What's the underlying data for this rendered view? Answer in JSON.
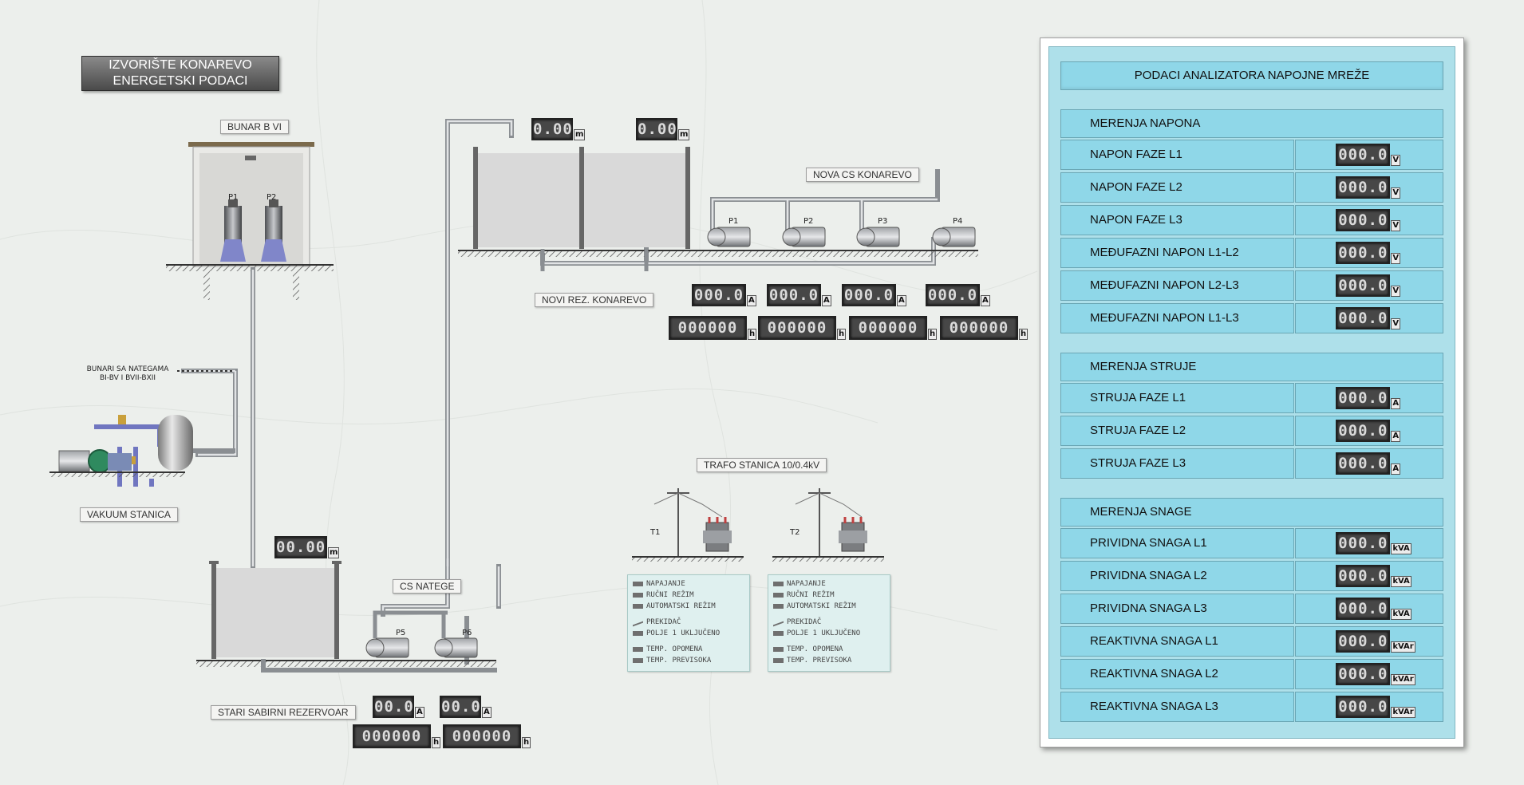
{
  "header": {
    "line1": "IZVORIŠTE KONAREVO",
    "line2": "ENERGETSKI  PODACI"
  },
  "labels": {
    "bunar": "BUNAR  B VI",
    "bunari_line1": "BUNARI SA NATEGAMA",
    "bunari_line2": "BI-BV I BVII-BXII",
    "vakuum": "VAKUUM STANICA",
    "stari": "STARI SABIRNI REZERVOAR",
    "cs_natege": "CS  NATEGE",
    "novi_rez": "NOVI  REZ. KONAREVO",
    "nova_cs": "NOVA  CS  KONAREVO",
    "trafo": "TRAFO STANICA  10/0.4kV"
  },
  "pumps": {
    "well": [
      "P1",
      "P2"
    ],
    "nova_cs": [
      "P1",
      "P2",
      "P3",
      "P4"
    ],
    "cs_natege": [
      "P5",
      "P6"
    ]
  },
  "transformers": [
    "T1",
    "T2"
  ],
  "status_legend": [
    {
      "label": "NAPAJANJE",
      "icon": "indicator"
    },
    {
      "label": "RUČNI  REŽIM",
      "icon": "indicator"
    },
    {
      "label": "AUTOMATSKI  REŽIM",
      "icon": "indicator"
    },
    {
      "label": "PREKIDAČ",
      "icon": "breaker"
    },
    {
      "label": "POLJE  1  UKLJUČENO",
      "icon": "indicator"
    },
    {
      "label": "TEMP.  OPOMENA",
      "icon": "indicator"
    },
    {
      "label": "TEMP.  PREVISOKA",
      "icon": "indicator"
    }
  ],
  "readouts": {
    "novi_rez_level_1": {
      "value": "0.00",
      "unit": "m"
    },
    "novi_rez_level_2": {
      "value": "0.00",
      "unit": "m"
    },
    "stari_level": {
      "value": "00.00",
      "unit": "m"
    },
    "nova_cs_current": [
      {
        "value": "000.0",
        "unit": "A"
      },
      {
        "value": "000.0",
        "unit": "A"
      },
      {
        "value": "000.0",
        "unit": "A"
      },
      {
        "value": "000.0",
        "unit": "A"
      }
    ],
    "nova_cs_hours": [
      {
        "value": "000000",
        "unit": "h"
      },
      {
        "value": "000000",
        "unit": "h"
      },
      {
        "value": "000000",
        "unit": "h"
      },
      {
        "value": "000000",
        "unit": "h"
      }
    ],
    "cs_natege_current": [
      {
        "value": "00.0",
        "unit": "A"
      },
      {
        "value": "00.0",
        "unit": "A"
      }
    ],
    "cs_natege_hours": [
      {
        "value": "000000",
        "unit": "h"
      },
      {
        "value": "000000",
        "unit": "h"
      }
    ]
  },
  "analyzer": {
    "title": "PODACI ANALIZATORA NAPOJNE MREŽE",
    "groups": [
      {
        "heading": "MERENJA NAPONA",
        "rows": [
          {
            "label": "NAPON FAZE  L1",
            "value": "000.0",
            "unit": "V"
          },
          {
            "label": "NAPON FAZE  L2",
            "value": "000.0",
            "unit": "V"
          },
          {
            "label": "NAPON FAZE  L3",
            "value": "000.0",
            "unit": "V"
          },
          {
            "label": "MEĐUFAZNI NAPON  L1-L2",
            "value": "000.0",
            "unit": "V"
          },
          {
            "label": "MEĐUFAZNI NAPON  L2-L3",
            "value": "000.0",
            "unit": "V"
          },
          {
            "label": "MEĐUFAZNI NAPON  L1-L3",
            "value": "000.0",
            "unit": "V"
          }
        ]
      },
      {
        "heading": "MERENJA STRUJE",
        "rows": [
          {
            "label": "STRUJA FAZE  L1",
            "value": "000.0",
            "unit": "A"
          },
          {
            "label": "STRUJA FAZE  L2",
            "value": "000.0",
            "unit": "A"
          },
          {
            "label": "STRUJA FAZE  L3",
            "value": "000.0",
            "unit": "A"
          }
        ]
      },
      {
        "heading": "MERENJA SNAGE",
        "rows": [
          {
            "label": "PRIVIDNA SNAGA  L1",
            "value": "000.0",
            "unit": "kVA"
          },
          {
            "label": "PRIVIDNA SNAGA  L2",
            "value": "000.0",
            "unit": "kVA"
          },
          {
            "label": "PRIVIDNA SNAGA  L3",
            "value": "000.0",
            "unit": "kVA"
          },
          {
            "label": "REAKTIVNA SNAGA  L1",
            "value": "000.0",
            "unit": "kVAr"
          },
          {
            "label": "REAKTIVNA SNAGA  L2",
            "value": "000.0",
            "unit": "kVAr"
          },
          {
            "label": "REAKTIVNA SNAGA  L3",
            "value": "000.0",
            "unit": "kVAr"
          }
        ]
      }
    ]
  },
  "colors": {
    "background": "#ecefec",
    "pipe": "#b7bbbf",
    "tank_fill": "#dcdcdc",
    "led_bg": "#474747",
    "analyzer_bg": "#aee0ea",
    "analyzer_cell": "#8fd7e8"
  }
}
